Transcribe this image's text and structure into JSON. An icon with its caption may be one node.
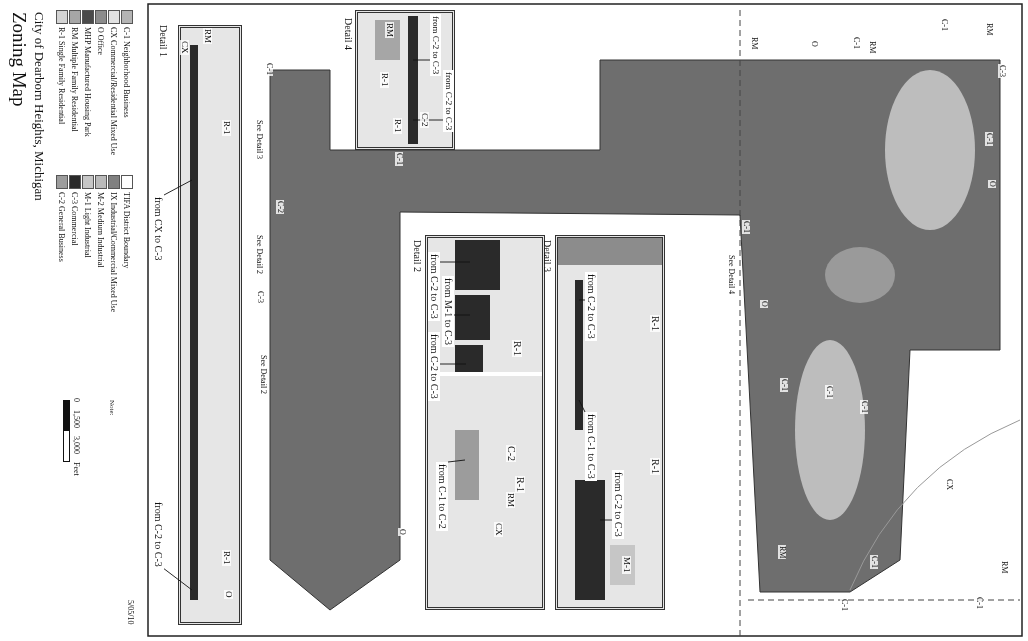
{
  "diagram": {
    "title": "Zoning Map",
    "nodes": [
      {
        "text": [
          "from CX to C-3"
        ]
      },
      {
        "text": [
          "from C-2 to C-3"
        ]
      },
      {
        "text": [
          "from C-2 to C-3"
        ]
      },
      {
        "text": [
          "from C-2 to C-3"
        ]
      },
      {
        "text": [
          "from C-2 to C-3"
        ]
      },
      {
        "text": [
          "from M-1 to C-3"
        ]
      },
      {
        "text": [
          "from C-2 to C-3"
        ]
      },
      {
        "text": [
          "from C-1 to C-2"
        ]
      },
      {
        "text": [
          "from C-2 to C-3"
        ]
      },
      {
        "text": [
          "from C-1 to C-3"
        ]
      },
      {
        "text": [
          "from C-2 to C-3"
        ]
      }
    ],
    "edges": [
      {
        "from": 0,
        "to": null,
        "arrow": "none"
      },
      {
        "from": 1,
        "to": null,
        "arrow": "none"
      },
      {
        "from": 2,
        "to": null,
        "arrow": "none"
      },
      {
        "from": 3,
        "to": null,
        "arrow": "none"
      },
      {
        "from": 4,
        "to": null,
        "arrow": "none"
      },
      {
        "from": 5,
        "to": null,
        "arrow": "none"
      },
      {
        "from": 6,
        "to": null,
        "arrow": "none"
      },
      {
        "from": 7,
        "to": null,
        "arrow": "none"
      },
      {
        "from": 8,
        "to": null,
        "arrow": "none"
      },
      {
        "from": 9,
        "to": null,
        "arrow": "none"
      },
      {
        "from": 10,
        "to": null,
        "arrow": "none"
      }
    ],
    "labels": [
      "City of Dearborn Heights, Michigan",
      "Note:",
      "0",
      "1,500",
      "3,000",
      "Feet",
      "5/05/10",
      "Detail 1",
      "Detail 4",
      "Detail 2",
      "Detail 3",
      "See Detail 3",
      "See Detail 2",
      "See Detail 2",
      "See Detail 4",
      "CX",
      "RM",
      "R-1",
      "R-1",
      "O",
      "R-1",
      "C-2",
      "R-1",
      "RM",
      "CX",
      "R-1",
      "R-1",
      "M-1",
      "RM",
      "R-1",
      "C-2",
      "R-1",
      "RM",
      "O",
      "C-1",
      "RM",
      "C-1",
      "RM",
      "C-3",
      "C-1",
      "O",
      "C-1",
      "O",
      "C-1",
      "C-1",
      "C-1",
      "RM",
      "C-1",
      "C-1",
      "C-1",
      "RM",
      "CX",
      "C-2",
      "C-3",
      "C-1",
      "C-1",
      "O"
    ],
    "legend": [
      {
        "text": "R-1 Single Family Residential",
        "color": "#d4d4d4"
      },
      {
        "text": "RM Multiple Family Residential",
        "color": "#a6a6a6"
      },
      {
        "text": "MHP Manufactured Housing Park",
        "color": "#4a4a4a"
      },
      {
        "text": "O Office",
        "color": "#8c8c8c"
      },
      {
        "text": "CX Commercial/Residential Mixed Use",
        "color": "#e2e2e2"
      },
      {
        "text": "C-1 Neighborhood Business",
        "color": "#b4b4b4"
      },
      {
        "text": "C-2 General Business",
        "color": "#9c9c9c"
      },
      {
        "text": "C-3 Commercial",
        "color": "#2a2a2a"
      },
      {
        "text": "M-1 Light Industrial",
        "color": "#c6c6c6"
      },
      {
        "text": "M-2 Medium Industrial",
        "color": "#bababa"
      },
      {
        "text": "IX Industrial/Commercial Mixed Use",
        "color": "#808080"
      },
      {
        "text": "TIFA District Boundary",
        "color": "#ffffff"
      }
    ]
  }
}
